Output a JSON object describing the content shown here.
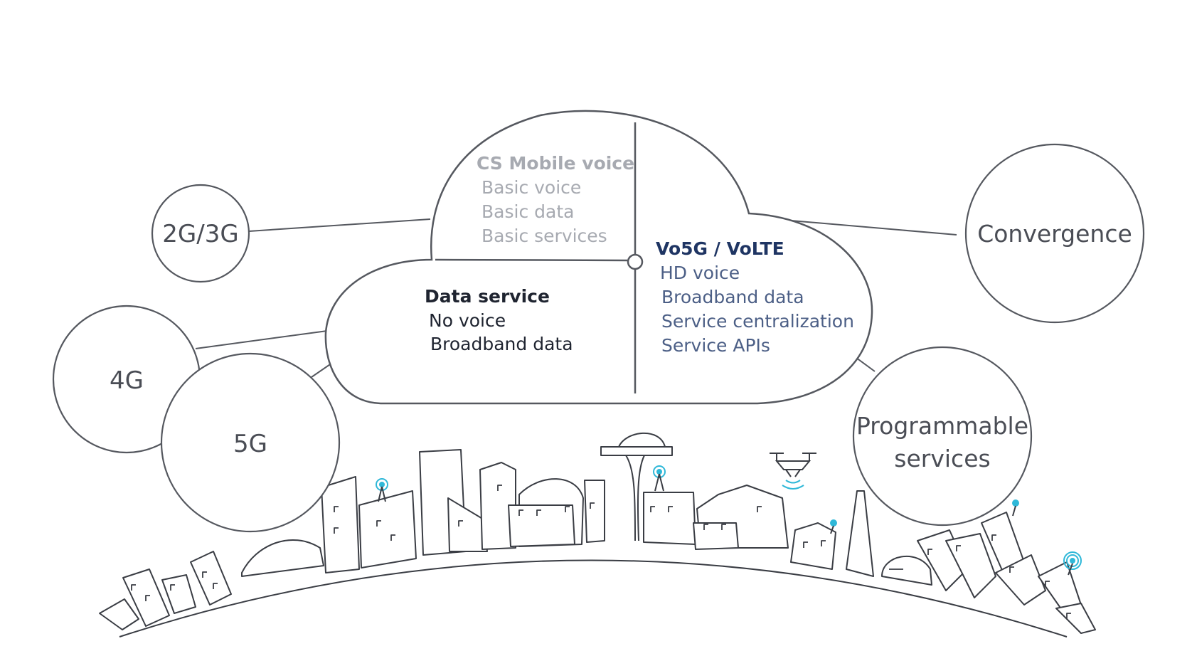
{
  "nodes": {
    "n2g3g": "2G/3G",
    "n4g": "4G",
    "n5g": "5G",
    "convergence": "Convergence",
    "programmable_line1": "Programmable",
    "programmable_line2": "services"
  },
  "cloud": {
    "cs": {
      "title": "CS Mobile voice",
      "items": [
        "Basic voice",
        "Basic data",
        "Basic services"
      ]
    },
    "data": {
      "title": "Data service",
      "items": [
        "No voice",
        "Broadband data"
      ]
    },
    "vo5g": {
      "title": "Vo5G / VoLTE",
      "items": [
        "HD voice",
        "Broadband data",
        "Service centralization",
        "Service APIs"
      ]
    }
  },
  "colors": {
    "line": "#55585f",
    "cs_text": "#a7aab1",
    "data_text": "#1f2430",
    "vo5g_title": "#1f3563",
    "vo5g_text": "#4c5f86",
    "antenna": "#2fb8d8"
  },
  "icons": [
    "city-skyline",
    "drone-icon",
    "antenna-icon"
  ]
}
